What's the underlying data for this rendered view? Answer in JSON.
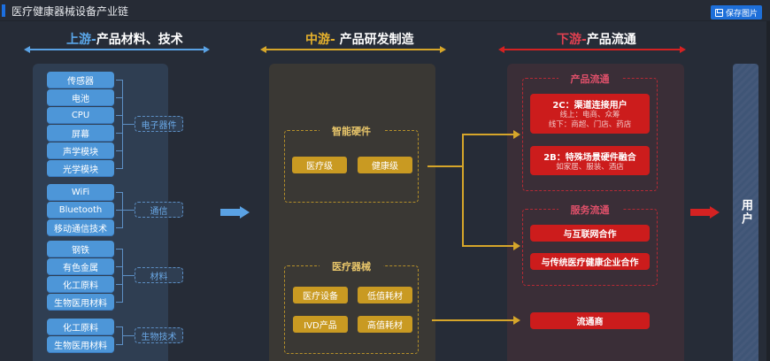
{
  "header": {
    "title": "医疗健康器械设备产业链",
    "save_button": "保存图片"
  },
  "colors": {
    "upstream": "#4d96d8",
    "midstream": "#d6a62a",
    "downstream": "#d42222",
    "accent": "#1e6fd9"
  },
  "upstream": {
    "title_highlight": "上游-",
    "title_rest": "产品材料、技术",
    "groups": [
      {
        "category": "电子器件",
        "items": [
          "传感器",
          "电池",
          "CPU",
          "屏幕",
          "声学模块",
          "光学模块"
        ]
      },
      {
        "category": "通信",
        "items": [
          "WiFi",
          "Bluetooth",
          "移动通信技术"
        ]
      },
      {
        "category": "材料",
        "items": [
          "钢铁",
          "有色金属",
          "化工原料",
          "生物医用材料"
        ]
      },
      {
        "category": "生物技术",
        "items": [
          "化工原料",
          "生物医用材料"
        ]
      }
    ]
  },
  "midstream": {
    "title_highlight": "中游-",
    "title_rest": " 产品研发制造",
    "groups": [
      {
        "title": "智能硬件",
        "items": [
          "医疗级",
          "健康级"
        ]
      },
      {
        "title": "医疗器械",
        "items": [
          "医疗设备",
          "低值耗材",
          "IVD产品",
          "高值耗材"
        ]
      }
    ]
  },
  "downstream": {
    "title_highlight": "下游-",
    "title_rest": "产品流通",
    "product_flow": {
      "title": "产品流通",
      "items": [
        {
          "main": "2C：渠道连接用户",
          "sub": [
            "线上：电商、众筹",
            "线下：商超、门店、药店"
          ]
        },
        {
          "main": "2B：特殊场景硬件融合",
          "sub": [
            "如家居、服装、酒店"
          ]
        }
      ]
    },
    "service_flow": {
      "title": "服务流通",
      "items": [
        "与互联网合作",
        "与传统医疗健康企业合作"
      ]
    },
    "distributor": "流通商"
  },
  "user": {
    "label": "用户"
  }
}
